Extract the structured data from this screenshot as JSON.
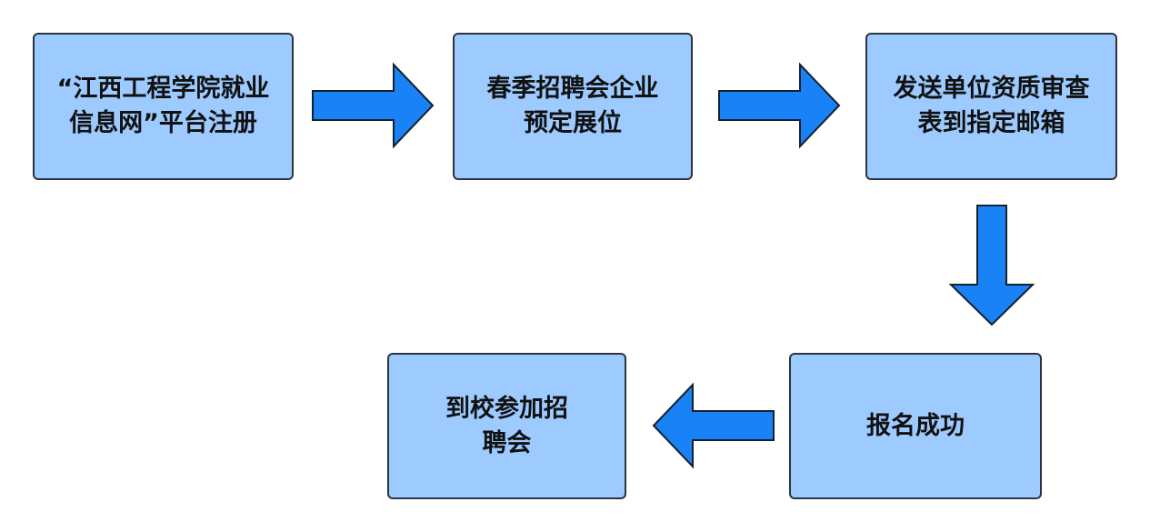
{
  "colors": {
    "box_fill": "#9dcbff",
    "box_border": "#2b3440",
    "arrow_fill": "#1a82f7",
    "arrow_stroke": "#12212f"
  },
  "steps": [
    {
      "line1": "“江西工程学院就业",
      "line2": "信息网”平台注册"
    },
    {
      "line1": "春季招聘会企业",
      "line2": "预定展位"
    },
    {
      "line1": "发送单位资质审查",
      "line2": "表到指定邮箱"
    },
    {
      "line1": "报名成功",
      "line2": ""
    },
    {
      "line1": "到校参加招",
      "line2": "聘会"
    }
  ]
}
